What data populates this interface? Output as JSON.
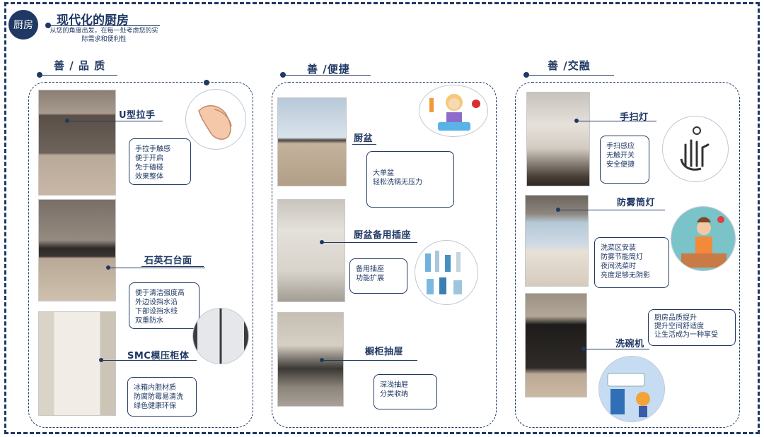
{
  "header": {
    "badge": "厨房",
    "title": "现代化的厨房",
    "subtitle_line1": "从您的角度出发，在每一处考虑您的实",
    "subtitle_line2": "际需求和便利性"
  },
  "sections": [
    {
      "heading": "善 / 品 质",
      "features": [
        {
          "name": "U型拉手",
          "lines": [
            "手拉手触感",
            "便于开启",
            "免于磕碰",
            "效果整体"
          ]
        },
        {
          "name": "石英石台面",
          "lines": [
            "便于清洁强度高",
            "外边设挡水沿",
            "下部设挡水线",
            "双重防水"
          ]
        },
        {
          "name": "SMC模压柜体",
          "lines": [
            "冰箱内胆材质",
            "防腐防霉易清洗",
            "绿色健康环保"
          ]
        }
      ]
    },
    {
      "heading": "善 /便捷",
      "features": [
        {
          "name": "厨盆",
          "lines": [
            "大单盆",
            "轻松洗锅无压力"
          ]
        },
        {
          "name": "厨盆备用插座",
          "lines": [
            "备用插座",
            "功能扩展"
          ]
        },
        {
          "name": "橱柜抽屉",
          "lines": [
            "深浅抽屉",
            "分类收纳"
          ]
        }
      ]
    },
    {
      "heading": "善 /交融",
      "features": [
        {
          "name": "手扫灯",
          "lines": [
            "手扫感应",
            "无触开关",
            "安全便捷"
          ]
        },
        {
          "name": "防雾筒灯",
          "lines": [
            "洗菜区安装",
            "防雾节能筒灯",
            "夜间洗菜时",
            "亮度足够无阴影"
          ]
        },
        {
          "name": "洗碗机",
          "lines": [
            "厨房品质提升",
            "提升空间舒适度",
            "让生活成为一种享受"
          ]
        }
      ]
    }
  ],
  "icons": [
    "hands-icon",
    "dishwashing-girl-icon",
    "plumbing-parts-icon",
    "hand-wave-sensor-icon",
    "chef-woman-icon",
    "air-conditioner-icon"
  ],
  "colors": {
    "primary": "#1f3864"
  }
}
